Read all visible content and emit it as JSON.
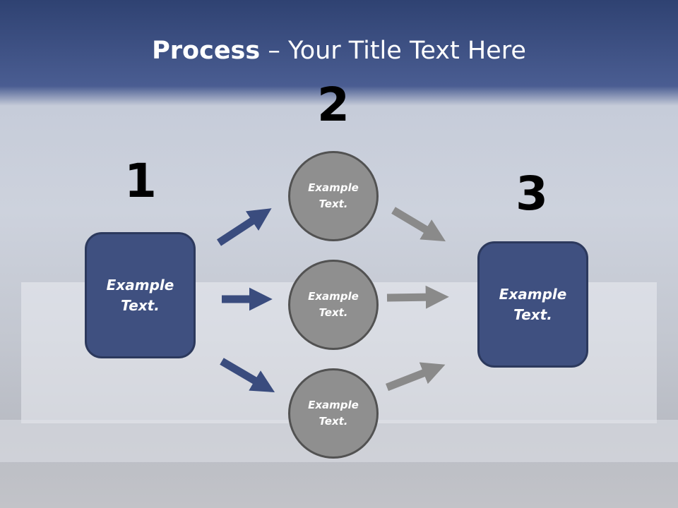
{
  "title": {
    "bold": "Process",
    "rest": " – Your Title Text Here"
  },
  "steps": [
    {
      "number": "1",
      "text": "Example Text."
    },
    {
      "number": "2",
      "text": "Example Text."
    },
    {
      "number": "3",
      "text": "Example Text."
    }
  ],
  "circles": [
    {
      "text": "Example Text."
    },
    {
      "text": "Example Text."
    },
    {
      "text": "Example Text."
    }
  ],
  "colors": {
    "box": "#3f5080",
    "circle": "#8f8f8f",
    "arrow_blue": "#3a4c7e",
    "arrow_gray": "#8a8a8a"
  }
}
